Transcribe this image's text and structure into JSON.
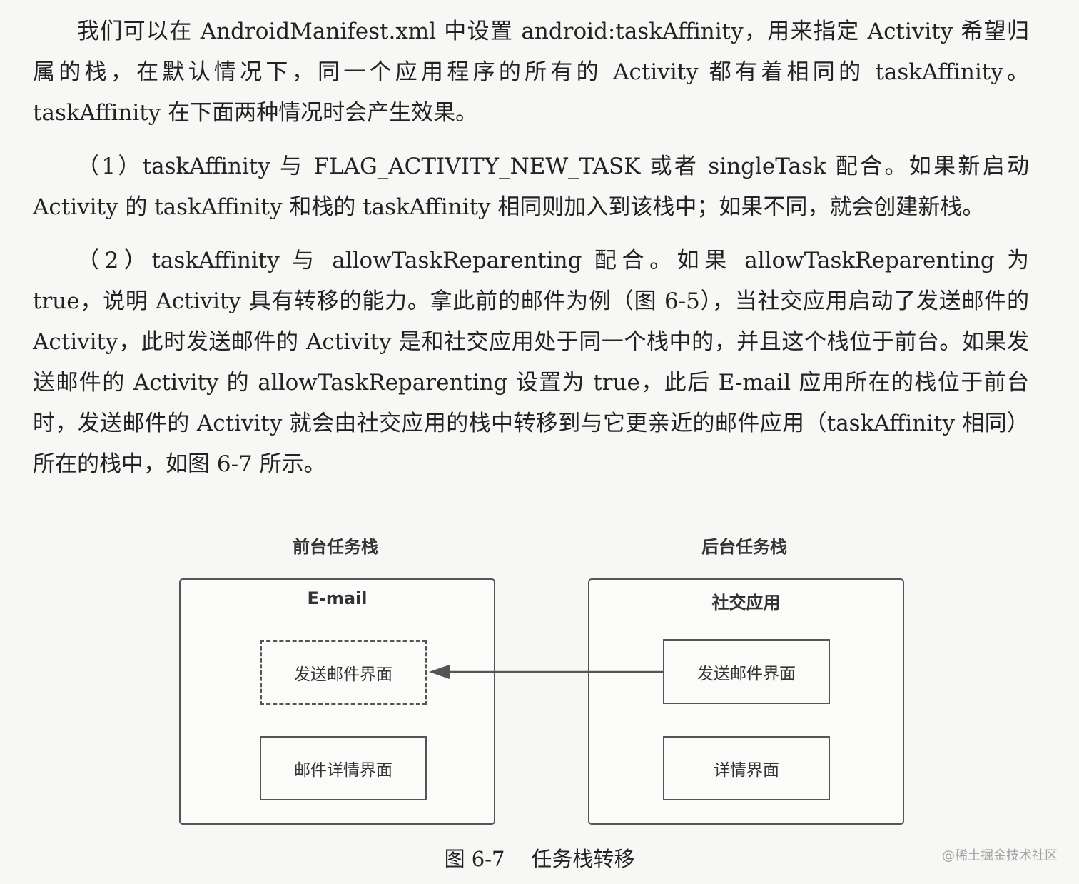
{
  "paragraphs": [
    "我们可以在 AndroidManifest.xml 中设置 android:taskAffinity，用来指定 Activity 希望归属的栈，在默认情况下，同一个应用程序的所有的 Activity 都有着相同的 taskAffinity。taskAffinity 在下面两种情况时会产生效果。",
    "（1）taskAffinity 与 FLAG_ACTIVITY_NEW_TASK 或者 singleTask 配合。如果新启动 Activity 的 taskAffinity 和栈的 taskAffinity 相同则加入到该栈中；如果不同，就会创建新栈。",
    "（2）taskAffinity 与 allowTaskReparenting 配合。如果 allowTaskReparenting 为 true，说明 Activity 具有转移的能力。拿此前的邮件为例（图 6-5），当社交应用启动了发送邮件的 Activity，此时发送邮件的 Activity 是和社交应用处于同一个栈中的，并且这个栈位于前台。如果发送邮件的 Activity 的 allowTaskReparenting 设置为 true，此后 E-mail 应用所在的栈位于前台时，发送邮件的 Activity 就会由社交应用的栈中转移到与它更亲近的邮件应用（taskAffinity 相同）所在的栈中，如图 6-7 所示。"
  ],
  "figure": {
    "foreground": {
      "title": "前台任务栈",
      "stack_name": "E-mail",
      "activities": [
        "发送邮件界面",
        "邮件详情界面"
      ]
    },
    "background": {
      "title": "后台任务栈",
      "stack_name": "社交应用",
      "activities": [
        "发送邮件界面",
        "详情界面"
      ]
    },
    "caption": "图 6-7    任务栈转移"
  },
  "watermark": "@稀土掘金技术社区"
}
